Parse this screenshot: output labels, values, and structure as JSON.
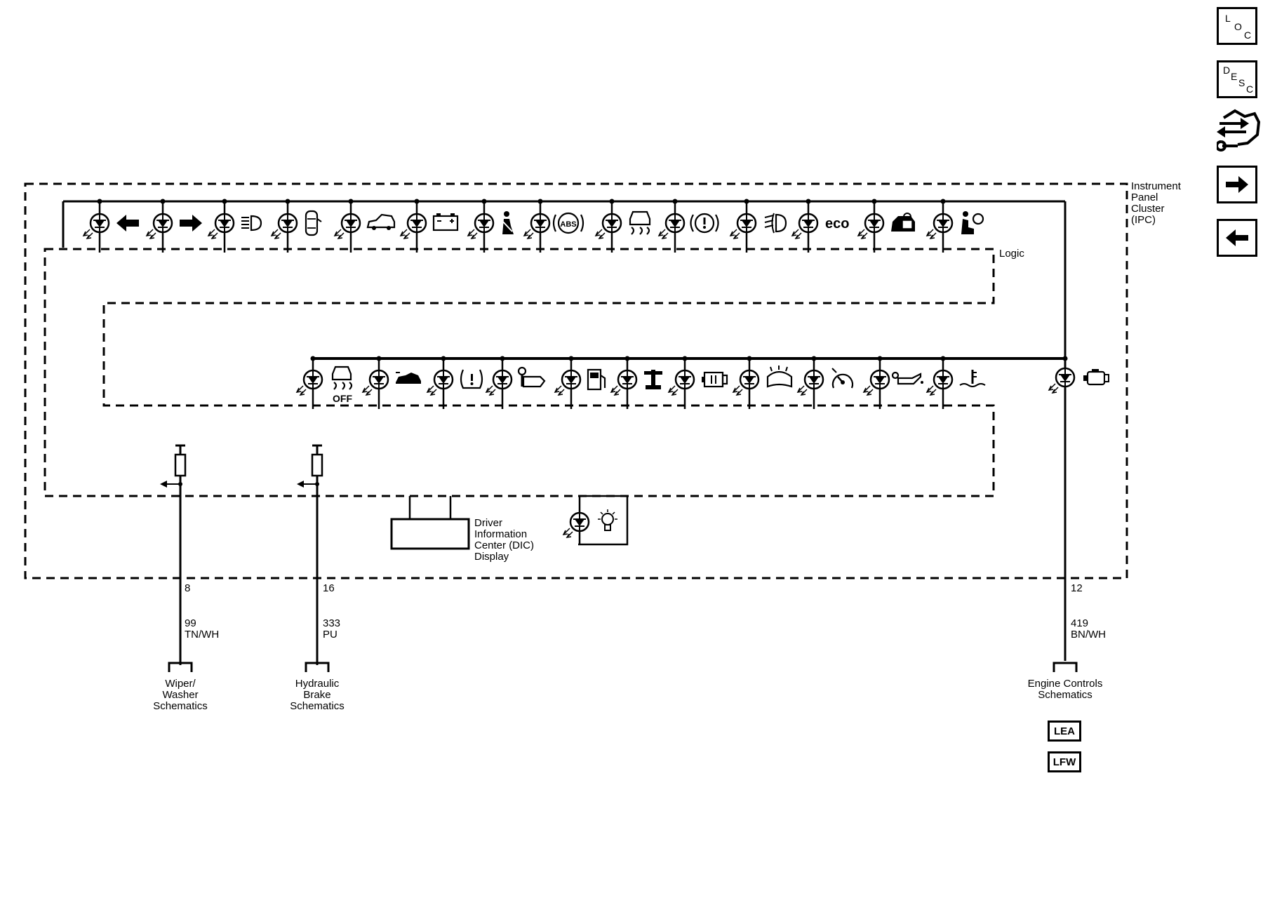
{
  "ipc": {
    "title_lines": [
      "Instrument",
      "Panel",
      "Cluster",
      "(IPC)"
    ],
    "logic_label": "Logic"
  },
  "top_row_indicators": [
    {
      "icon": "left-turn-arrow-icon"
    },
    {
      "icon": "right-turn-arrow-icon"
    },
    {
      "icon": "high-beam-icon"
    },
    {
      "icon": "door-ajar-icon"
    },
    {
      "icon": "vehicle-icon"
    },
    {
      "icon": "battery-icon"
    },
    {
      "icon": "seat-belt-icon"
    },
    {
      "icon": "abs-icon",
      "text": "ABS"
    },
    {
      "icon": "traction-control-icon"
    },
    {
      "icon": "brake-warning-icon"
    },
    {
      "icon": "front-fog-lamp-icon"
    },
    {
      "icon": "eco-icon",
      "text": "eco"
    },
    {
      "icon": "security-icon"
    },
    {
      "icon": "airbag-icon"
    }
  ],
  "bottom_row_indicators": [
    {
      "icon": "traction-off-icon",
      "text": "OFF"
    },
    {
      "icon": "vehicle-ahead-icon"
    },
    {
      "icon": "tire-pressure-icon"
    },
    {
      "icon": "service-oil-icon"
    },
    {
      "icon": "fuel-icon"
    },
    {
      "icon": "tow-haul-icon"
    },
    {
      "icon": "engine-power-icon"
    },
    {
      "icon": "washer-fluid-icon"
    },
    {
      "icon": "cruise-icon"
    },
    {
      "icon": "oil-pressure-icon"
    },
    {
      "icon": "coolant-temp-icon"
    }
  ],
  "check_engine": {
    "icon": "check-engine-icon"
  },
  "dic": {
    "label_lines": [
      "Driver",
      "Information",
      "Center (DIC)",
      "Display"
    ]
  },
  "bulb": {
    "icon": "bulb-icon"
  },
  "circuits": [
    {
      "pin": "8",
      "circuit": "99",
      "color": "TN/WH",
      "dest_lines": [
        "Wiper/",
        "Washer",
        "Schematics"
      ]
    },
    {
      "pin": "16",
      "circuit": "333",
      "color": "PU",
      "dest_lines": [
        "Hydraulic",
        "Brake",
        "Schematics"
      ]
    },
    {
      "pin": "12",
      "circuit": "419",
      "color": "BN/WH",
      "dest_lines": [
        "Engine Controls",
        "Schematics"
      ]
    }
  ],
  "references": [
    "LEA",
    "LFW"
  ],
  "nav": {
    "loc": {
      "letters": [
        "L",
        "O",
        "C"
      ]
    },
    "desc": {
      "letters": [
        "D",
        "E",
        "S",
        "C"
      ]
    },
    "connector_icon": "connector-info-icon",
    "next_icon": "arrow-right-icon",
    "prev_icon": "arrow-left-icon"
  }
}
